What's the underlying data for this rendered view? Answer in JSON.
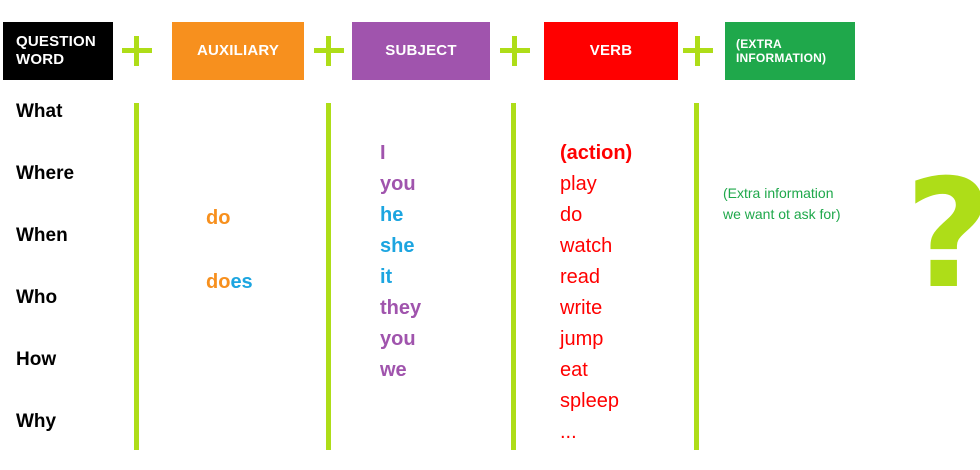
{
  "headers": [
    {
      "label": "QUESTION WORD",
      "name": "question-word",
      "color": "#000000"
    },
    {
      "label": "AUXILIARY",
      "name": "auxiliary",
      "color": "#F7901E"
    },
    {
      "label": "SUBJECT",
      "name": "subject",
      "color": "#A054AD"
    },
    {
      "label": "VERB",
      "name": "verb",
      "color": "#FF0000"
    },
    {
      "label": "(EXTRA INFORMATION)",
      "name": "extra-information",
      "color": "#1FA84B"
    }
  ],
  "operators": {
    "plus": "+"
  },
  "columns": {
    "question_words": {
      "items": [
        "What",
        "Where",
        "When",
        "Who",
        "Why"
      ],
      "full_items": [
        "What",
        "Where",
        "When",
        "Who",
        "How",
        "Why"
      ]
    },
    "auxiliary": {
      "items": [
        {
          "prefix": "do",
          "suffix": ""
        },
        {
          "prefix": "do",
          "suffix": "es"
        }
      ]
    },
    "subject": {
      "items": [
        {
          "text": "I",
          "color_group": "purple"
        },
        {
          "text": "you",
          "color_group": "purple"
        },
        {
          "text": "he",
          "color_group": "blue"
        },
        {
          "text": "she",
          "color_group": "blue"
        },
        {
          "text": "it",
          "color_group": "blue"
        },
        {
          "text": "they",
          "color_group": "purple"
        },
        {
          "text": "you",
          "color_group": "purple"
        },
        {
          "text": "we",
          "color_group": "purple"
        }
      ]
    },
    "verb": {
      "items": [
        {
          "text": "(action)",
          "bold": true
        },
        {
          "text": "play",
          "bold": false
        },
        {
          "text": "do",
          "bold": false
        },
        {
          "text": "watch",
          "bold": false
        },
        {
          "text": "read",
          "bold": false
        },
        {
          "text": "write",
          "bold": false
        },
        {
          "text": "jump",
          "bold": false
        },
        {
          "text": "eat",
          "bold": false
        },
        {
          "text": "spleep",
          "bold": false
        },
        {
          "text": "...",
          "bold": false
        }
      ]
    },
    "extra_information": {
      "line1": "(Extra information",
      "line2": "we want ot ask for)"
    }
  },
  "question_mark": "?",
  "palette": {
    "green_accent": "#AEDD18",
    "orange": "#F7901E",
    "purple": "#A054AD",
    "red": "#FF0000",
    "green": "#1FA84B",
    "blue": "#1CA5E0",
    "black": "#000000"
  }
}
